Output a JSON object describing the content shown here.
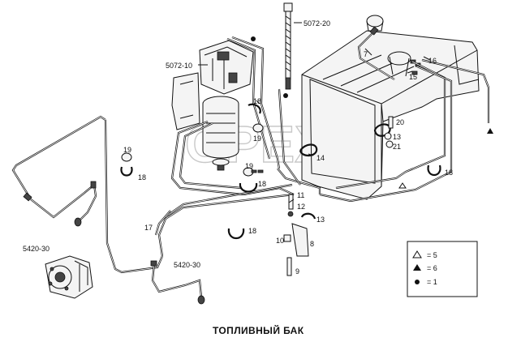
{
  "title": "ТОПЛИВНЫЙ БАК",
  "watermark": "OPEX",
  "labels": {
    "p5072_20": "5072-20",
    "p5072_10": "5072-10",
    "p7": "7",
    "p16": "16",
    "p15": "15",
    "p18a": "18",
    "p19a": "19",
    "p20": "20",
    "p13a": "13",
    "p21": "21",
    "p14": "14",
    "p19b": "19",
    "p18b": "18",
    "p19c": "19",
    "p18c": "18",
    "p18d": "18",
    "p11": "11",
    "p12": "12",
    "p13b": "13",
    "p17": "17",
    "p18e": "18",
    "p10": "10",
    "p8": "8",
    "p9": "9",
    "p5420_30a": "5420-30",
    "p5420_30b": "5420-30"
  },
  "legend": {
    "items": [
      {
        "symbol": "open-triangle",
        "text": "= 5"
      },
      {
        "symbol": "filled-triangle",
        "text": "= 6"
      },
      {
        "symbol": "filled-dot",
        "text": "= 1"
      }
    ]
  }
}
